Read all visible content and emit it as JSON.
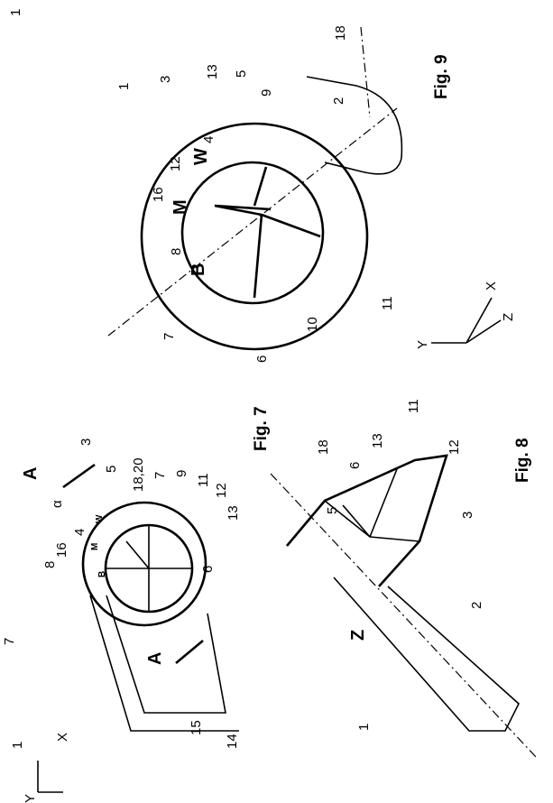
{
  "figures": {
    "fig7": "Fig. 7",
    "fig8": "Fig. 8",
    "fig9": "Fig. 9"
  },
  "fig9_labels": [
    "1",
    "1",
    "3",
    "13",
    "5",
    "9",
    "18",
    "2",
    "4",
    "12",
    "16",
    "8",
    "7",
    "6",
    "10",
    "11",
    "X",
    "Y",
    "Z"
  ],
  "fig9_logo_letters": [
    "B",
    "M",
    "W"
  ],
  "fig7_labels": [
    "3",
    "A",
    "α",
    "5",
    "18,20",
    "7",
    "9",
    "11",
    "12",
    "13",
    "4",
    "16",
    "8",
    "7",
    "6",
    "A",
    "15",
    "14",
    "1",
    "X",
    "Y"
  ],
  "fig7_logo_letters": [
    "B",
    "M",
    "W"
  ],
  "fig8_labels": [
    "18",
    "6",
    "13",
    "11",
    "12",
    "5",
    "3",
    "2",
    "Z",
    "1"
  ]
}
